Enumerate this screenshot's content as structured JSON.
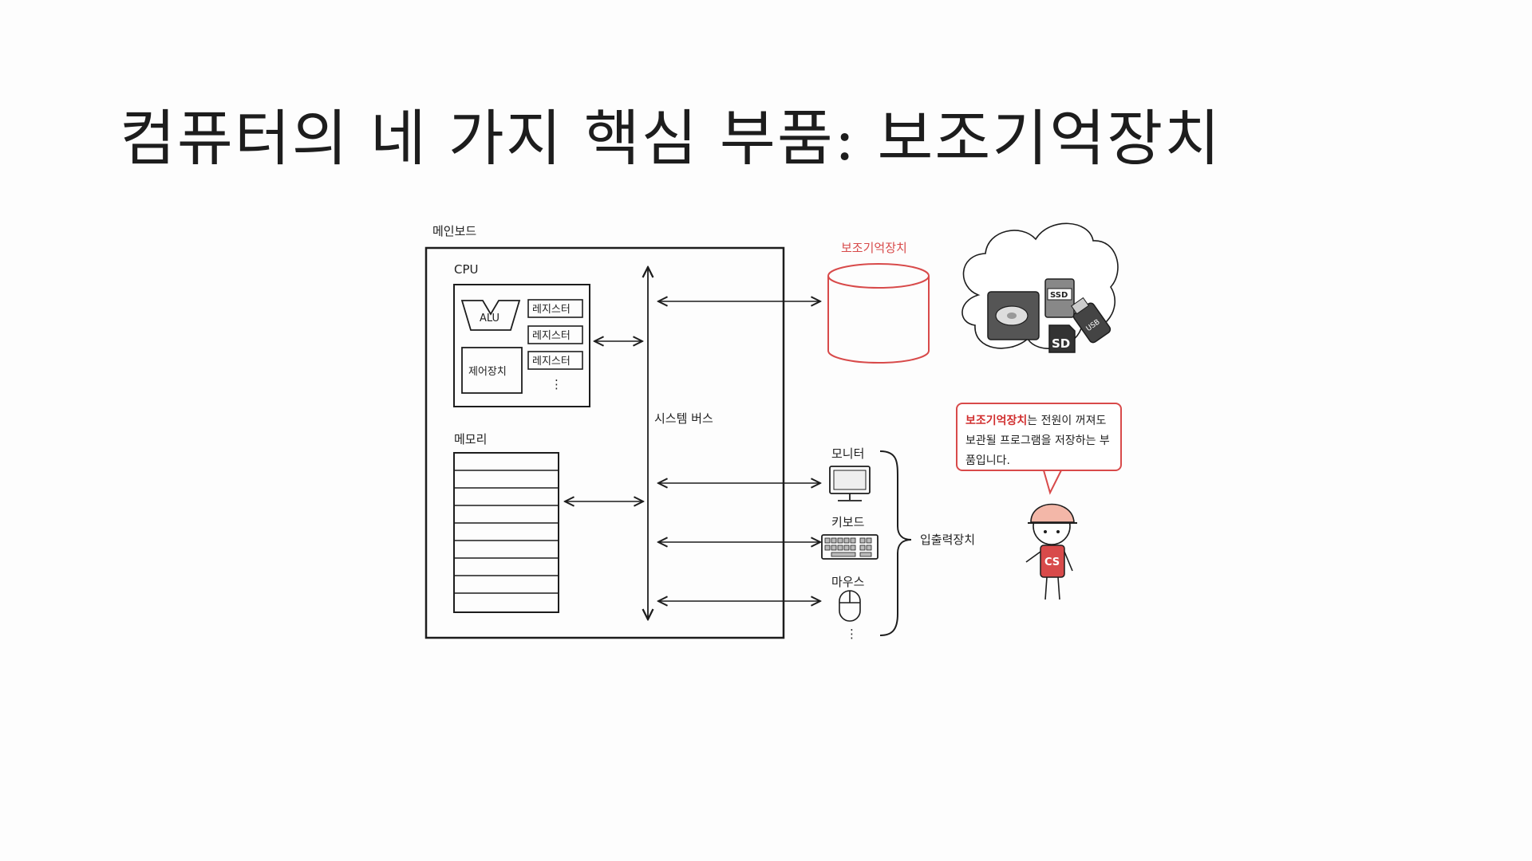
{
  "slide": {
    "title": "컴퓨터의 네 가지 핵심 부품: 보조기억장치"
  },
  "diagram": {
    "mainboard_label": "메인보드",
    "cpu_label": "CPU",
    "alu_label": "ALU",
    "register_label": "레지스터",
    "control_unit_label": "제어장치",
    "ellipsis": "⋮",
    "memory_label": "메모리",
    "system_bus_label": "시스템 버스",
    "storage_label": "보조기억장치",
    "monitor_label": "모니터",
    "keyboard_label": "키보드",
    "mouse_label": "마우스",
    "io_label": "입출력장치",
    "cloud_ssd": "SSD",
    "cloud_sd": "SD",
    "cloud_usb": "USB",
    "mascot_shirt": "CS"
  },
  "speech_bubble": {
    "highlight": "보조기억장치",
    "rest": "는 전원이 꺼져도 보관될 프로그램을 저장하는 부품입니다."
  },
  "colors": {
    "accent_red": "#d84a4a",
    "ink": "#1d1d1d"
  }
}
